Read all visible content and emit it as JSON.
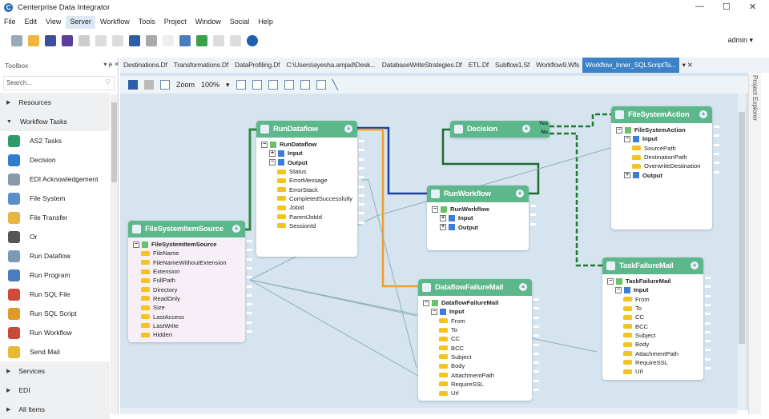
{
  "window": {
    "title": "Centerprise Data Integrator",
    "logo": "C",
    "controls": [
      "—",
      "☐",
      "✕"
    ]
  },
  "menu": [
    "File",
    "Edit",
    "View",
    "Server",
    "Workflow",
    "Tools",
    "Project",
    "Window",
    "Social",
    "Help"
  ],
  "user": "admin ▾",
  "tabs": [
    "Destinations.Df",
    "Transformations.Df",
    "DataProfiling.Df",
    "C:\\Users\\ayesha.amjad\\Desk...",
    "DatabaseWriteStrategies.Df",
    "ETL.Df",
    "Subflow1.Sf",
    "Workflow9.Wfs",
    "Workflow_Inner_SQLScriptTa..."
  ],
  "toolbox": {
    "title": "Toolbox",
    "controls": "▾ ᵽ ✕",
    "search_placeholder": "Search...",
    "items": [
      {
        "type": "cat",
        "label": "Resources",
        "caret": "▶"
      },
      {
        "type": "cat",
        "label": "Workflow Tasks",
        "caret": "▼"
      },
      {
        "type": "tool",
        "label": "AS2 Tasks",
        "color": "#2f9a6a"
      },
      {
        "type": "tool",
        "label": "Decision",
        "color": "#2f7fd0"
      },
      {
        "type": "tool",
        "label": "EDI Acknowledgement",
        "color": "#8899aa"
      },
      {
        "type": "tool",
        "label": "File System",
        "color": "#5a8fc8"
      },
      {
        "type": "tool",
        "label": "File Transfer",
        "color": "#e7b544"
      },
      {
        "type": "tool",
        "label": "Or",
        "color": "#555555"
      },
      {
        "type": "tool",
        "label": "Run Dataflow",
        "color": "#7b9ab8"
      },
      {
        "type": "tool",
        "label": "Run Program",
        "color": "#4a7dc0"
      },
      {
        "type": "tool",
        "label": "Run SQL File",
        "color": "#d04a3a"
      },
      {
        "type": "tool",
        "label": "Run SQL Script",
        "color": "#e09a2a"
      },
      {
        "type": "tool",
        "label": "Run Workflow",
        "color": "#c84a3a"
      },
      {
        "type": "tool",
        "label": "Send Mail",
        "color": "#e8b830"
      },
      {
        "type": "cat",
        "label": "Services",
        "caret": "▶"
      },
      {
        "type": "cat",
        "label": "EDI",
        "caret": "▶"
      },
      {
        "type": "cat",
        "label": "All Items",
        "caret": "▶"
      }
    ]
  },
  "canvas_toolbar": {
    "zoom_label": "Zoom",
    "zoom_value": "100%"
  },
  "project_explorer": "Project Explorer",
  "nodes": [
    {
      "id": "n-fsis",
      "title": "FileSystemItemSource",
      "rows": [
        [
          "FileSystemItemSource",
          0,
          "root"
        ],
        [
          "FileName",
          1,
          "f"
        ],
        [
          "FileNameWithoutExtension",
          1,
          "f"
        ],
        [
          "Extension",
          1,
          "f"
        ],
        [
          "FullPath",
          1,
          "f"
        ],
        [
          "Directory",
          1,
          "f"
        ],
        [
          "ReadOnly",
          1,
          "f"
        ],
        [
          "Size",
          1,
          "f"
        ],
        [
          "LastAccess",
          1,
          "f"
        ],
        [
          "LastWrite",
          1,
          "f"
        ],
        [
          "Hidden",
          1,
          "f"
        ]
      ]
    },
    {
      "id": "n-rdf",
      "title": "RunDataflow",
      "rows": [
        [
          "RunDataflow",
          0,
          "root"
        ],
        [
          "Input",
          1,
          "gp"
        ],
        [
          "Output",
          1,
          "gm"
        ],
        [
          "Status",
          2,
          "f"
        ],
        [
          "ErrorMessage",
          2,
          "f"
        ],
        [
          "ErrorStack",
          2,
          "f"
        ],
        [
          "CompletedSuccessfully",
          2,
          "f"
        ],
        [
          "JobId",
          2,
          "f"
        ],
        [
          "ParentJobId",
          2,
          "f"
        ],
        [
          "SessionId",
          2,
          "f"
        ]
      ]
    },
    {
      "id": "n-dec",
      "title": "Decision",
      "rows": [],
      "yes": "Yes",
      "no": "No"
    },
    {
      "id": "n-rwf",
      "title": "RunWorkflow",
      "rows": [
        [
          "RunWorkflow",
          0,
          "root"
        ],
        [
          "Input",
          1,
          "gp"
        ],
        [
          "Output",
          1,
          "gp"
        ]
      ]
    },
    {
      "id": "n-fsa",
      "title": "FileSystemAction",
      "rows": [
        [
          "FileSystemAction",
          0,
          "root"
        ],
        [
          "Input",
          1,
          "gm"
        ],
        [
          "SourcePath",
          2,
          "f"
        ],
        [
          "DestinationPath",
          2,
          "f"
        ],
        [
          "OverwriteDestination",
          2,
          "f"
        ],
        [
          "Output",
          1,
          "gp"
        ]
      ]
    },
    {
      "id": "n-dfm",
      "title": "DataflowFailureMail",
      "rows": [
        [
          "DataflowFailureMail",
          0,
          "root"
        ],
        [
          "Input",
          1,
          "gm"
        ],
        [
          "From",
          2,
          "f"
        ],
        [
          "To",
          2,
          "f"
        ],
        [
          "CC",
          2,
          "f"
        ],
        [
          "BCC",
          2,
          "f"
        ],
        [
          "Subject",
          2,
          "f"
        ],
        [
          "Body",
          2,
          "f"
        ],
        [
          "AttachmentPath",
          2,
          "f"
        ],
        [
          "RequireSSL",
          2,
          "f"
        ],
        [
          "Url",
          2,
          "f"
        ]
      ]
    },
    {
      "id": "n-tfm",
      "title": "TaskFailureMail",
      "rows": [
        [
          "TaskFailureMail",
          0,
          "root"
        ],
        [
          "Input",
          1,
          "gm"
        ],
        [
          "From",
          2,
          "f"
        ],
        [
          "To",
          2,
          "f"
        ],
        [
          "CC",
          2,
          "f"
        ],
        [
          "BCC",
          2,
          "f"
        ],
        [
          "Subject",
          2,
          "f"
        ],
        [
          "Body",
          2,
          "f"
        ],
        [
          "AttachmentPath",
          2,
          "f"
        ],
        [
          "RequireSSL",
          2,
          "f"
        ],
        [
          "Url",
          2,
          "f"
        ]
      ]
    }
  ]
}
